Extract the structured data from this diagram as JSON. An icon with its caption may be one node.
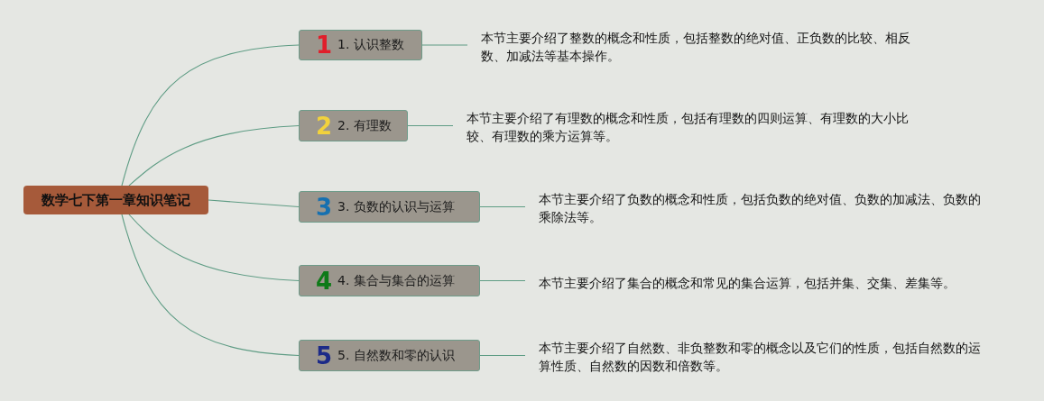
{
  "diagram": {
    "nodes": [
      {
        "text": [
          "数学七下第一章知识笔记"
        ]
      },
      {
        "text": [
          "1",
          "1. 认识整数"
        ]
      },
      {
        "text": [
          "2",
          "2. 有理数"
        ]
      },
      {
        "text": [
          "3",
          "3. 负数的认识与运算"
        ]
      },
      {
        "text": [
          "4",
          "4. 集合与集合的运算"
        ]
      },
      {
        "text": [
          "5",
          "5. 自然数和零的认识"
        ]
      },
      {
        "text": [
          "本节主要介绍了整数的概念和性质，包括整数的绝对值、正负数的比较、相反数、加减法等基本操作。"
        ]
      },
      {
        "text": [
          "本节主要介绍了有理数的概念和性质，包括有理数的四则运算、有理数的大小比较、有理数的乘方运算等。"
        ]
      },
      {
        "text": [
          "本节主要介绍了负数的概念和性质，包括负数的绝对值、负数的加减法、负数的乘除法等。"
        ]
      },
      {
        "text": [
          "本节主要介绍了集合的概念和常见的集合运算，包括并集、交集、差集等。"
        ]
      },
      {
        "text": [
          "本节主要介绍了自然数、非负整数和零的概念以及它们的性质，包括自然数的运算性质、自然数的因数和倍数等。"
        ]
      }
    ],
    "edges": [
      {
        "from": 0,
        "to": 1,
        "arrow": "none"
      },
      {
        "from": 0,
        "to": 2,
        "arrow": "none"
      },
      {
        "from": 0,
        "to": 3,
        "arrow": "none"
      },
      {
        "from": 0,
        "to": 4,
        "arrow": "none"
      },
      {
        "from": 0,
        "to": 5,
        "arrow": "none"
      },
      {
        "from": 1,
        "to": 6,
        "arrow": "none"
      },
      {
        "from": 2,
        "to": 7,
        "arrow": "none"
      },
      {
        "from": 3,
        "to": 8,
        "arrow": "none"
      },
      {
        "from": 4,
        "to": 9,
        "arrow": "none"
      },
      {
        "from": 5,
        "to": 10,
        "arrow": "none"
      }
    ]
  }
}
